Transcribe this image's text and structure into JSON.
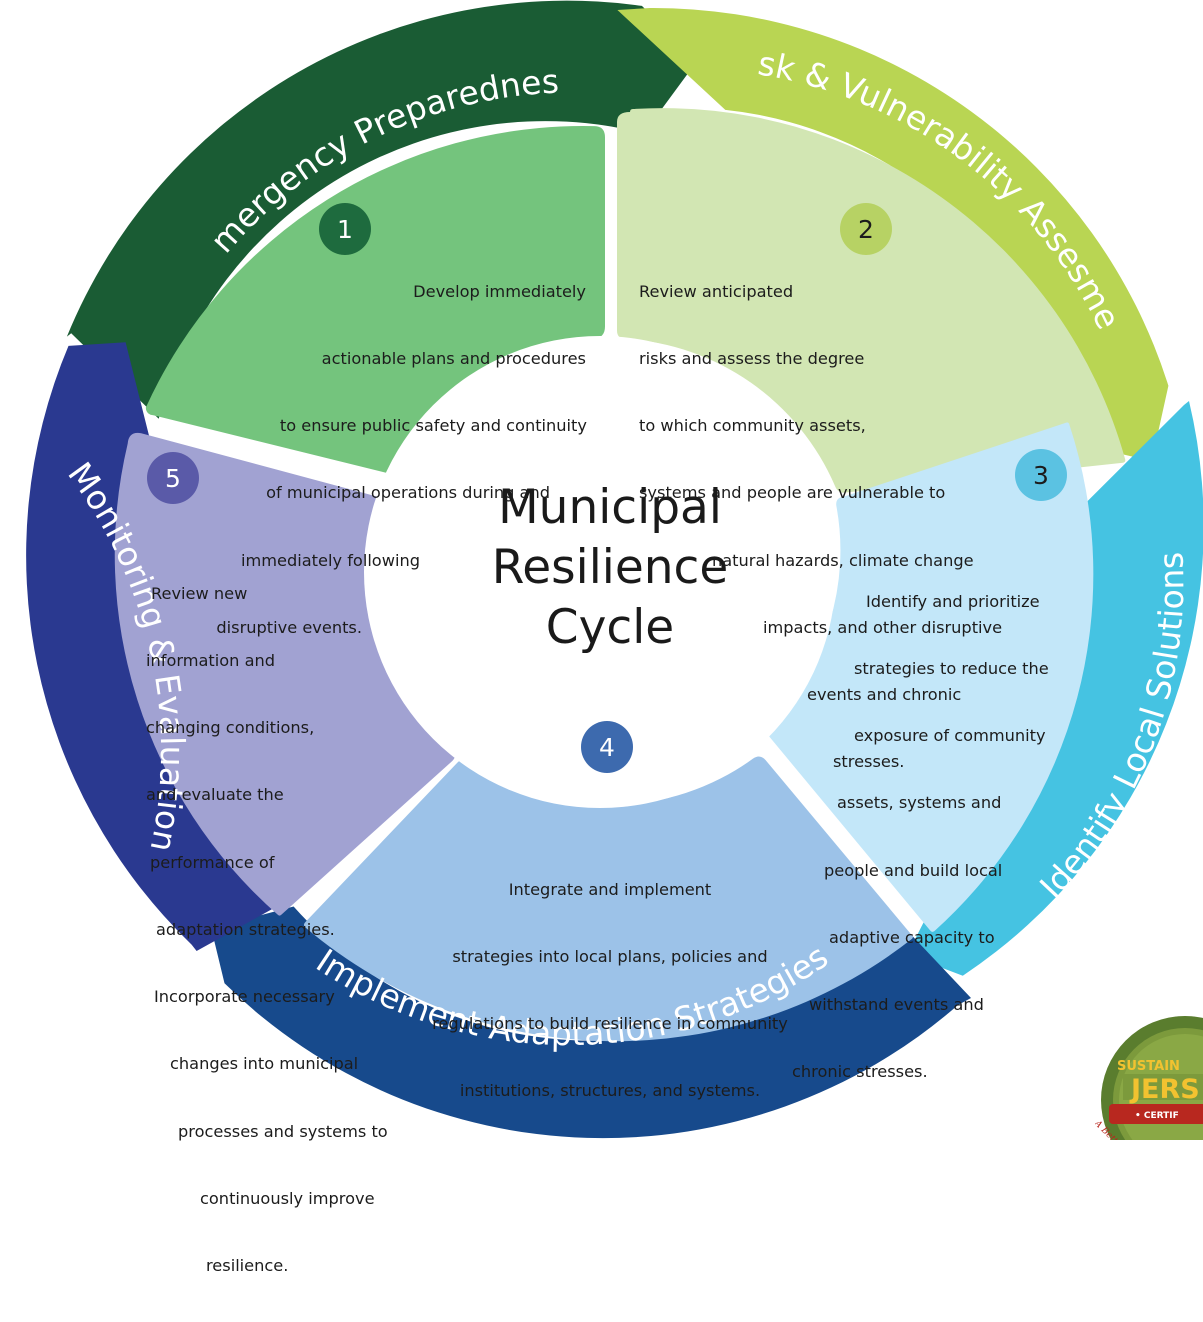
{
  "title": {
    "line1": "Municipal",
    "line2": "Resilience",
    "line3": "Cycle"
  },
  "stages": [
    {
      "number": "1",
      "name": "Emergency Preparedness",
      "description": [
        "Develop immediately",
        "actionable plans and procedures",
        "to ensure public safety and continuity",
        "of municipal operations during and",
        "immediately following",
        "disruptive events."
      ],
      "arrow_color": "#1a5c34",
      "panel_color": "#74c47d",
      "badge_color": "#1e6b3e"
    },
    {
      "number": "2",
      "name": "Risk & Vulnerability Assesment",
      "description": [
        "Review anticipated",
        "risks and assess the degree",
        "to which community assets,",
        "systems and people are vulnerable to",
        "natural hazards, climate change",
        "impacts, and other disruptive",
        "events and chronic",
        "stresses."
      ],
      "arrow_color": "#b9d553",
      "panel_color": "#d2e6b3",
      "badge_color": "#b7d264"
    },
    {
      "number": "3",
      "name": "Identify Local Solutions",
      "description": [
        "Identify and prioritize",
        "strategies to reduce the",
        "exposure of community",
        "assets, systems and",
        "people and build local",
        "adaptive capacity to",
        "withstand events and",
        "chronic stresses."
      ],
      "arrow_color": "#45c3e2",
      "panel_color": "#c3e7f9",
      "badge_color": "#5bc2e2"
    },
    {
      "number": "4",
      "name": "Implement Adaptation Strategies",
      "description": [
        "Integrate and implement",
        "strategies into local plans, policies and",
        "regulations to build resilience in community",
        "institutions, structures, and systems."
      ],
      "arrow_color": "#174a8c",
      "panel_color": "#9cc2e8",
      "badge_color": "#3d6aae"
    },
    {
      "number": "5",
      "name": "Monitoring & Evaluation",
      "description": [
        "Review new",
        "information and",
        "changing conditions,",
        "and evaluate the",
        "performance of",
        "adaptation strategies.",
        "Incorporate necessary",
        "changes into municipal",
        "processes and systems to",
        "continuously improve",
        "resilience."
      ],
      "arrow_color": "#2a3990",
      "panel_color": "#a1a2d2",
      "badge_color": "#5a5aa8"
    }
  ],
  "seal": {
    "line1": "SUSTAIN",
    "line2": "JERS",
    "line3": "• CERTIF",
    "tagline": "A Bett"
  }
}
